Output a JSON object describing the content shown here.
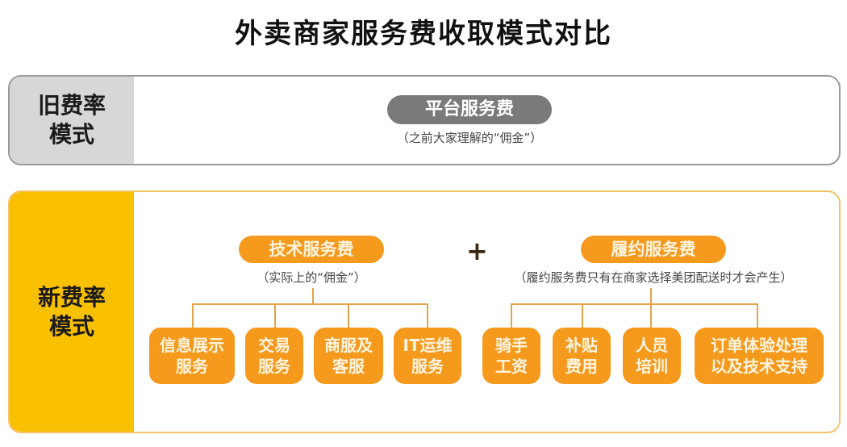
{
  "title": "外卖商家服务费收取模式对比",
  "old_mode": {
    "label_line1": "旧费率",
    "label_line2": "模式",
    "fee": "平台服务费",
    "note": "（之前大家理解的“佣金”）"
  },
  "new_mode": {
    "label_line1": "新费率",
    "label_line2": "模式",
    "plus": "+",
    "tech_fee": {
      "label": "技术服务费",
      "note": "（实际上的“佣金”）",
      "items": [
        {
          "line1": "信息展示",
          "line2": "服务"
        },
        {
          "line1": "交易",
          "line2": "服务"
        },
        {
          "line1": "商服及",
          "line2": "客服"
        },
        {
          "line1": "IT运维",
          "line2": "服务"
        }
      ]
    },
    "delivery_fee": {
      "label": "履约服务费",
      "note": "（履约服务费只有在商家选择美团配送时才会产生）",
      "items": [
        {
          "line1": "骑手",
          "line2": "工资"
        },
        {
          "line1": "补贴",
          "line2": "费用"
        },
        {
          "line1": "人员",
          "line2": "培训"
        },
        {
          "line1": "订单体验处理",
          "line2": "以及技术支持"
        }
      ]
    }
  },
  "colors": {
    "old_panel": "#d7d7d7",
    "old_pill": "#7a7a7a",
    "new_panel": "#f9c000",
    "orange": "#f59a1c",
    "connector": "#e3a34a"
  }
}
